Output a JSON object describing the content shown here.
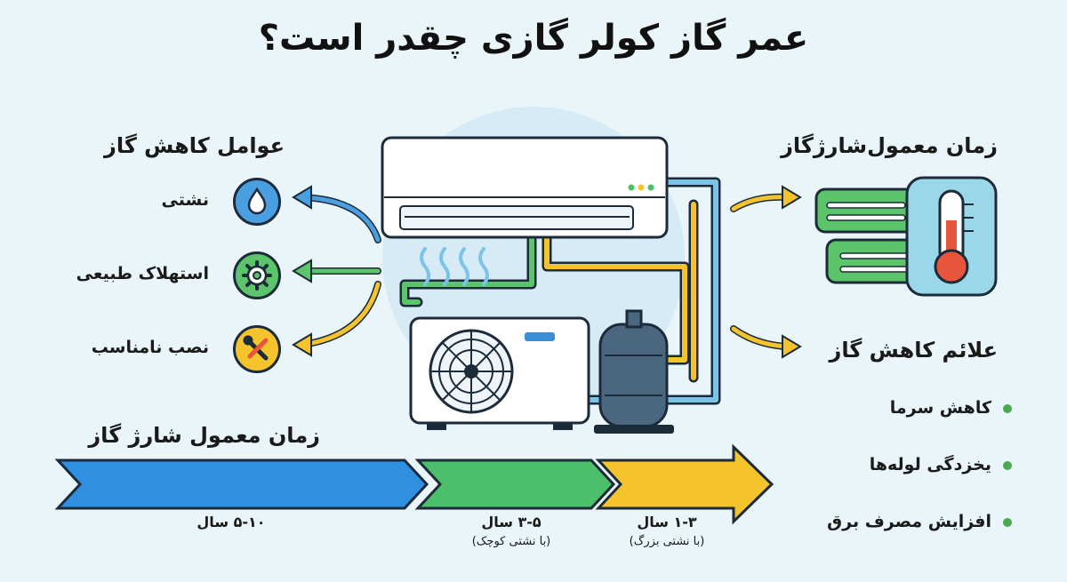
{
  "title": "عمر گاز کولر گازی چقدر است؟",
  "factors": {
    "heading": "عوامل کاهش گاز",
    "items": [
      {
        "label": "نشتی",
        "icon": "water-drop-icon",
        "color": "#4a9fe0"
      },
      {
        "label": "استهلاک طبیعی",
        "icon": "gear-icon",
        "color": "#5cc46a"
      },
      {
        "label": "نصب نامناسب",
        "icon": "wrench-screwdriver-icon",
        "color": "#f4c430"
      }
    ]
  },
  "recharge": {
    "heading": "زمان معمول‌شارژگاز",
    "icon": "thermometer-icon"
  },
  "symptoms": {
    "heading": "علائم کاهش گاز",
    "items": [
      "کاهش سرما",
      "یخزدگی لوله‌ها",
      "افزایش مصرف برق"
    ]
  },
  "timeline": {
    "heading": "زمان معمول شارژ گاز",
    "segments": [
      {
        "years": "۵-۱۰ سال",
        "note": "",
        "color": "#2f8fe0"
      },
      {
        "years": "۳-۵ سال",
        "note": "(با نشتی کوچک)",
        "color": "#4cbf6a"
      },
      {
        "years": "۱-۳ سال",
        "note": "(با نشتی بزرگ)",
        "color": "#f5c42c"
      }
    ]
  },
  "colors": {
    "background": "#eaf5fa",
    "outline": "#1c2b3a",
    "blue": "#3b8fd9",
    "green": "#4cbf6a",
    "yellow": "#f5c42c"
  }
}
